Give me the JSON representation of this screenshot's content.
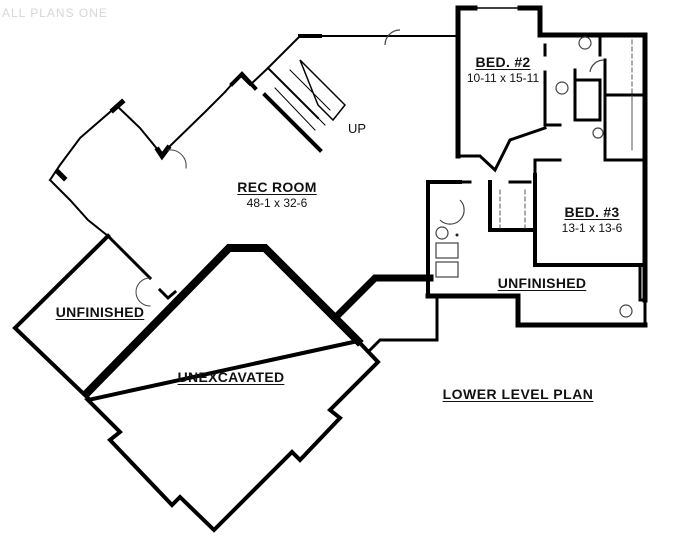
{
  "plan": {
    "title": "LOWER LEVEL PLAN",
    "watermark": "ALL PLANS ONE",
    "stair_label": "UP",
    "colors": {
      "wall": "#000000",
      "background": "#ffffff",
      "fixture": "#555555"
    }
  },
  "rooms": [
    {
      "id": "rec-room",
      "name": "REC ROOM",
      "dimensions": "48-1 x 32-6"
    },
    {
      "id": "bed-2",
      "name": "BED. #2",
      "dimensions": "10-11 x 15-11"
    },
    {
      "id": "bed-3",
      "name": "BED. #3",
      "dimensions": "13-1 x 13-6"
    },
    {
      "id": "unfinished-left",
      "name": "UNFINISHED",
      "dimensions": ""
    },
    {
      "id": "unfinished-right",
      "name": "UNFINISHED",
      "dimensions": ""
    },
    {
      "id": "unexcavated",
      "name": "UNEXCAVATED",
      "dimensions": ""
    }
  ]
}
